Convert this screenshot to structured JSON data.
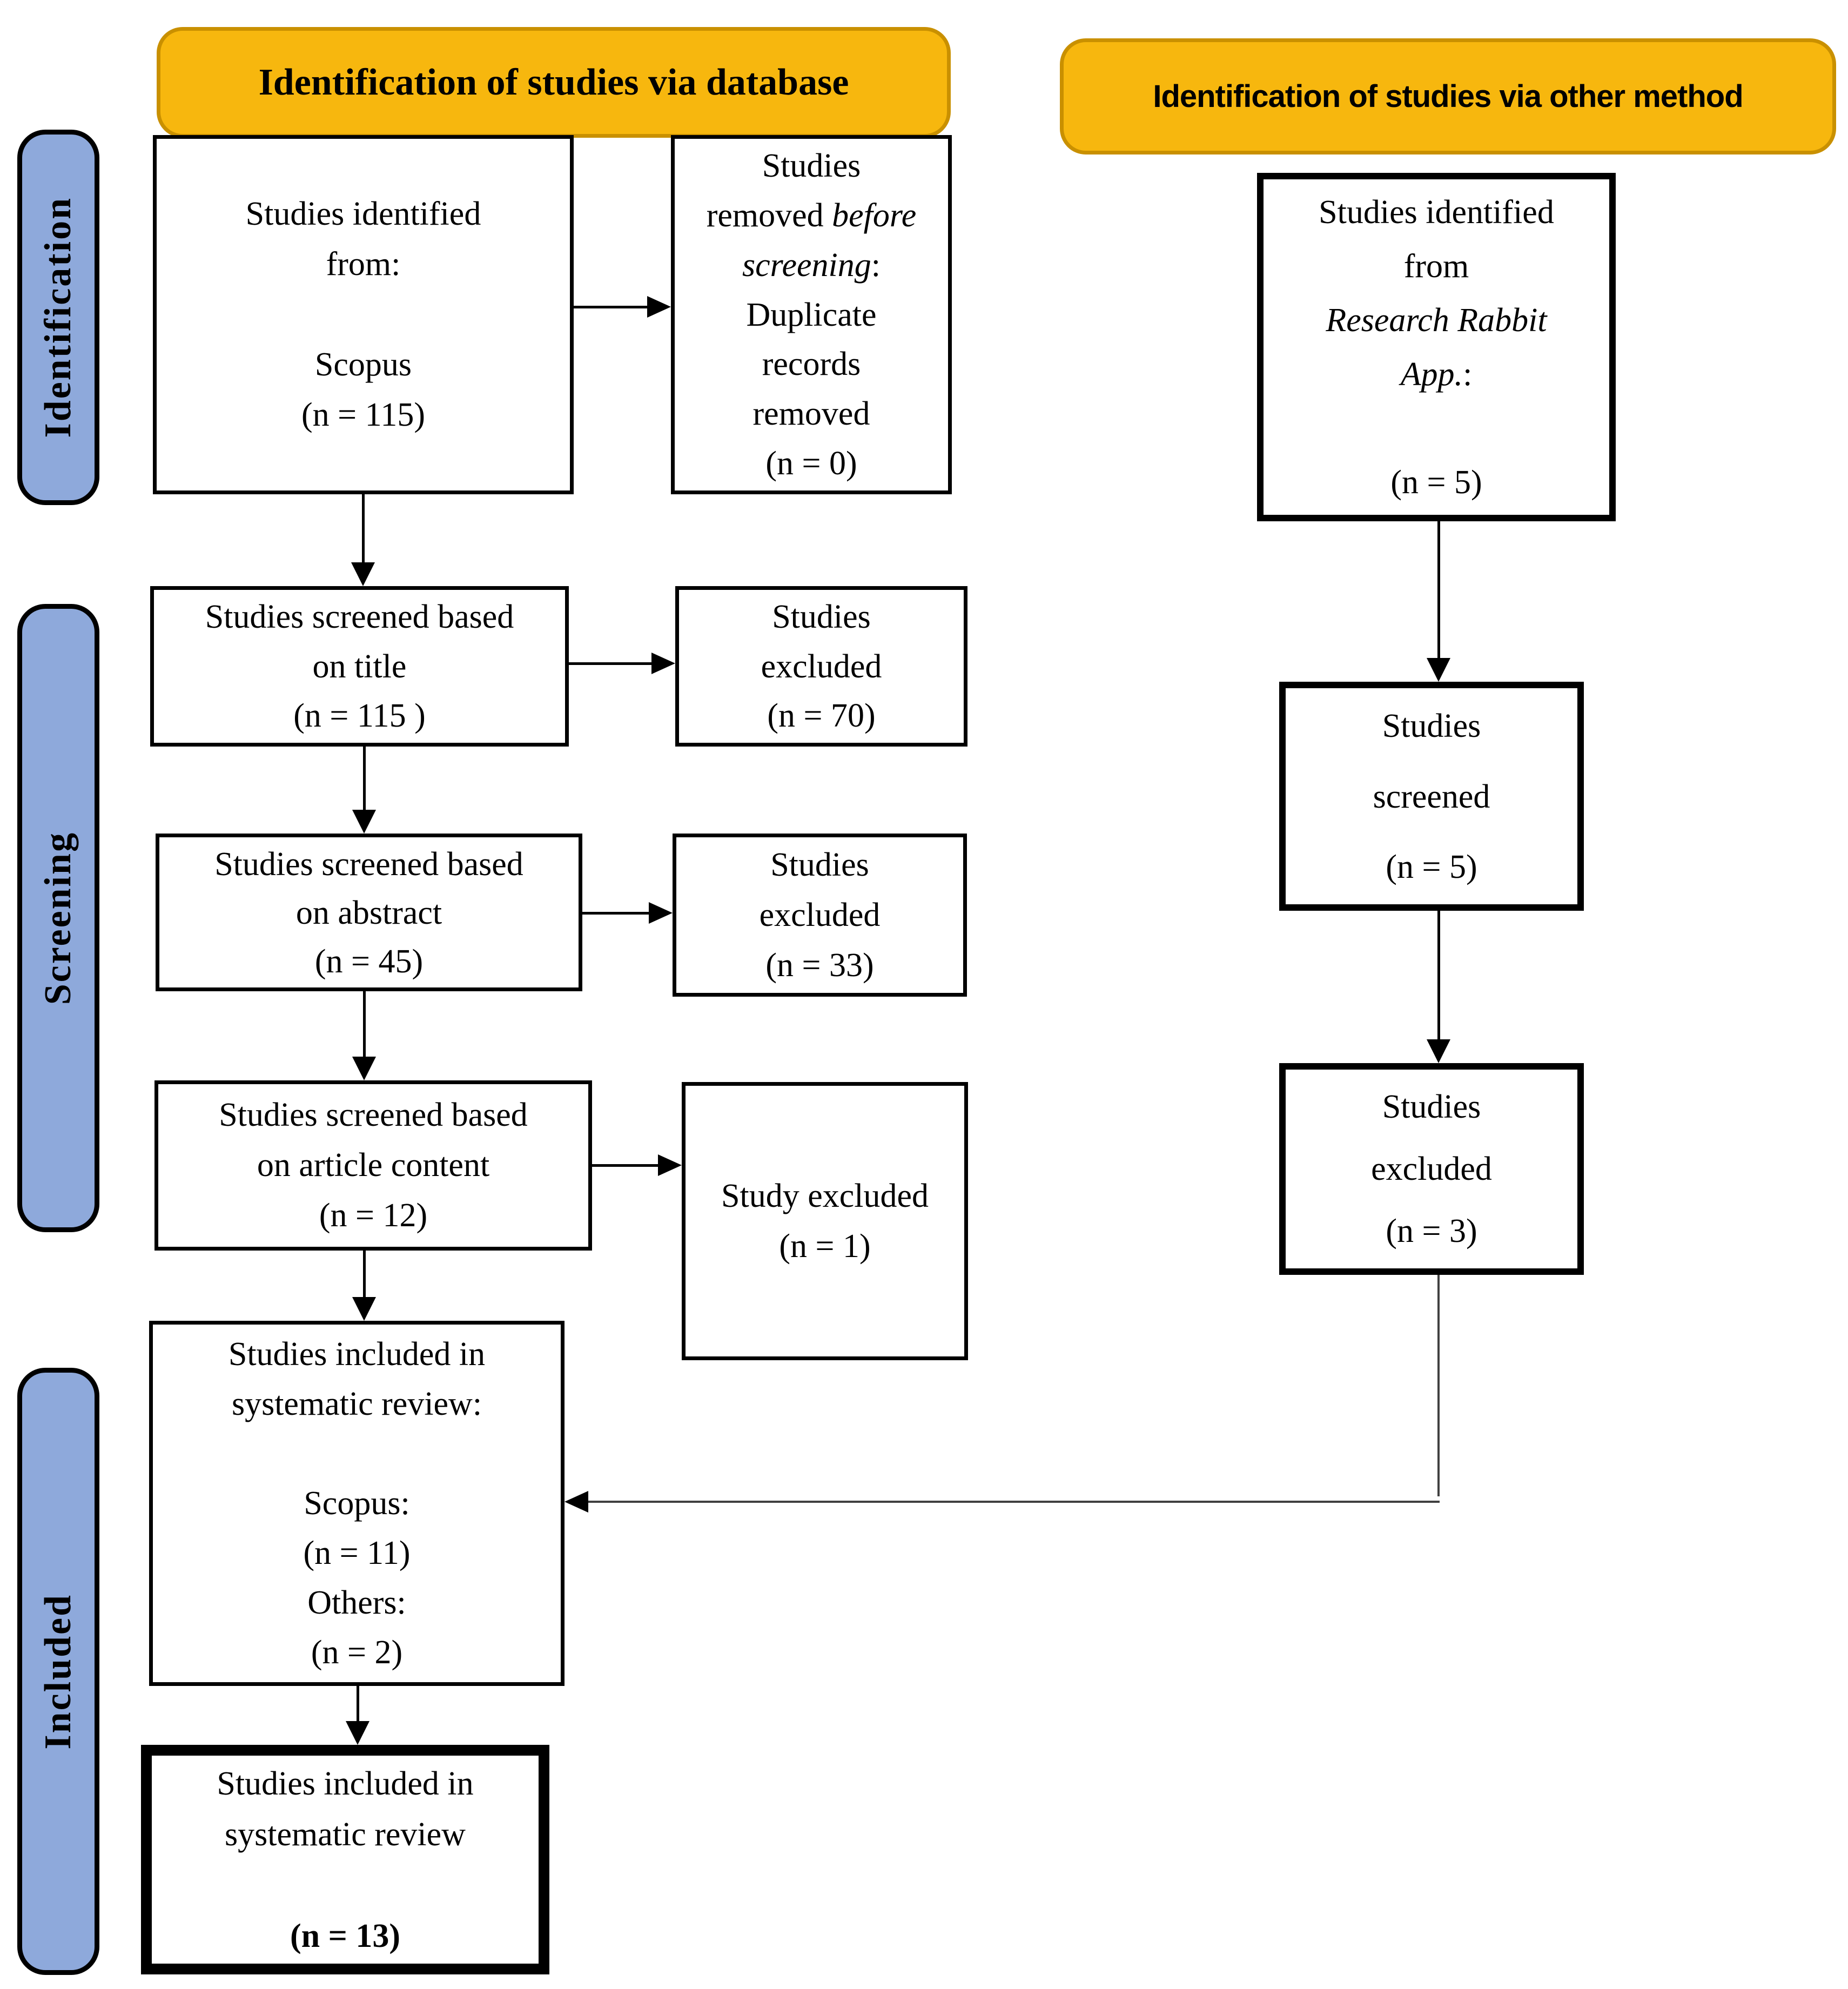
{
  "diagram": {
    "headers": {
      "database": "Identification of studies via database",
      "other": "Identification of studies via other method"
    },
    "stages": {
      "identification": "Identification",
      "screening": "Screening",
      "included": "Included"
    },
    "colors": {
      "header_fill": "#F7B70E",
      "header_border": "#C99000",
      "stage_fill": "#8EA9DB",
      "stage_border": "#000000",
      "box_border": "#000000",
      "connector": "#404040"
    },
    "boxes": {
      "identified_scopus": {
        "lines": [
          "Studies identified",
          "from:",
          "",
          "Scopus",
          "(n = 115)"
        ]
      },
      "removed_before_screening": {
        "lines": [
          "Studies",
          [
            {
              "t": "removed "
            },
            {
              "t": "before",
              "i": true
            }
          ],
          [
            {
              "t": "screening",
              "i": true
            },
            {
              "t": ":"
            }
          ],
          "Duplicate",
          "records",
          "removed",
          "(n = 0)"
        ]
      },
      "screened_title": {
        "lines": [
          "Studies screened based",
          "on title",
          "(n = 115 )"
        ]
      },
      "excluded_title": {
        "lines": [
          "Studies",
          "excluded",
          "(n = 70)"
        ]
      },
      "screened_abstract": {
        "lines": [
          "Studies screened based",
          "on abstract",
          "(n = 45)"
        ]
      },
      "excluded_abstract": {
        "lines": [
          "Studies",
          "excluded",
          "(n = 33)"
        ]
      },
      "screened_article": {
        "lines": [
          "Studies screened based",
          "on article content",
          "(n = 12)"
        ]
      },
      "excluded_article": {
        "lines": [
          "Study excluded",
          "(n = 1)"
        ]
      },
      "included_breakdown": {
        "lines": [
          "Studies included in",
          "systematic review:",
          "",
          "Scopus:",
          "(n = 11)",
          "Others:",
          "(n = 2)"
        ]
      },
      "included_final": {
        "lines": [
          "Studies included in",
          "systematic review",
          "",
          [
            {
              "t": "(n = 13)",
              "b": true
            }
          ]
        ]
      },
      "identified_other": {
        "lines": [
          "Studies identified",
          "from",
          [
            {
              "t": "Research Rabbit",
              "i": true
            }
          ],
          [
            {
              "t": "App.",
              "i": true
            },
            {
              "t": ":"
            }
          ],
          "",
          "(n = 5)"
        ]
      },
      "screened_other": {
        "lines": [
          "Studies",
          "screened",
          "(n = 5)"
        ]
      },
      "excluded_other": {
        "lines": [
          "Studies",
          "excluded",
          "(n = 3)"
        ]
      }
    }
  }
}
